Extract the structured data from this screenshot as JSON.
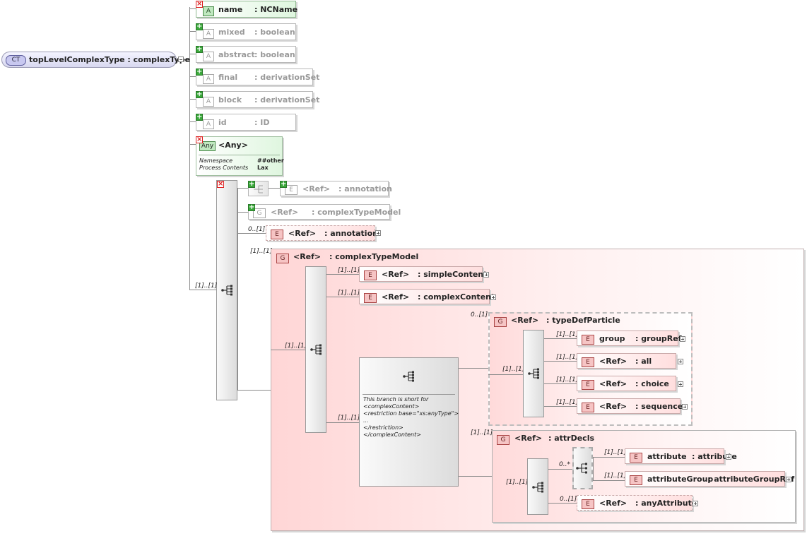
{
  "root": {
    "badge": "CT",
    "label": "topLevelComplexType : complexType"
  },
  "attributes": [
    {
      "name": "name",
      "type": ": NCName",
      "badge": "A",
      "required": true
    },
    {
      "name": "mixed",
      "type": ": boolean",
      "badge": "A",
      "required": false
    },
    {
      "name": "abstract",
      "type": ": boolean",
      "badge": "A",
      "required": false
    },
    {
      "name": "final",
      "type": ": derivationSet",
      "badge": "A",
      "required": false
    },
    {
      "name": "block",
      "type": ": derivationSet",
      "badge": "A",
      "required": false
    },
    {
      "name": "id",
      "type": ": ID",
      "badge": "A",
      "required": false
    }
  ],
  "any_attribute": {
    "badge": "Any",
    "title": "<Any>",
    "namespace_label": "Namespace",
    "namespace_value": "##other",
    "process_label": "Process Contents",
    "process_value": "Lax"
  },
  "top_branch": {
    "annotation_ref": {
      "badge": "E",
      "ref": "<Ref>",
      "type": ": annotation"
    },
    "ctm_ref": {
      "badge": "G",
      "ref": "<Ref>",
      "type": ": complexTypeModel"
    },
    "annotation": {
      "badge": "E",
      "ref": "<Ref>",
      "type": ": annotation",
      "card": "0..[1]"
    },
    "seq_card": "[1]..[1]"
  },
  "complex_type_model": {
    "badge": "G",
    "ref": "<Ref>",
    "type": ": complexTypeModel",
    "card": "[1]..[1]",
    "seq_card": "[1]..[1]",
    "simple_content": {
      "badge": "E",
      "ref": "<Ref>",
      "type": ": simpleContent",
      "card": "[1]..[1]"
    },
    "complex_content": {
      "badge": "E",
      "ref": "<Ref>",
      "type": ": complexContent",
      "card": "[1]..[1]"
    },
    "branch_card": "[1]..[1]",
    "note": [
      "This branch is short for",
      "<complexContent>",
      "<restriction base=\"xs:anyType\">",
      "...",
      "</restriction>",
      "</complexContent>"
    ],
    "type_def_particle": {
      "badge": "G",
      "ref": "<Ref>",
      "type": ": typeDefParticle",
      "card": "0..[1]",
      "seq_card": "[1]..[1]",
      "items": [
        {
          "badge": "E",
          "name": "group",
          "type": ": groupRef",
          "card": "[1]..[1]"
        },
        {
          "badge": "E",
          "name": "<Ref>",
          "type": ": all",
          "card": "[1]..[1]"
        },
        {
          "badge": "E",
          "name": "<Ref>",
          "type": ": choice",
          "card": "[1]..[1]"
        },
        {
          "badge": "E",
          "name": "<Ref>",
          "type": ": sequence",
          "card": "[1]..[1]"
        }
      ]
    },
    "attr_decls": {
      "badge": "G",
      "ref": "<Ref>",
      "type": ": attrDecls",
      "card": "[1]..[1]",
      "seq_card": "[1]..[1]",
      "choice_card": "0..*",
      "attribute": {
        "badge": "E",
        "name": "attribute",
        "type": ": attribute",
        "card": "[1]..[1]"
      },
      "attribute_group": {
        "badge": "E",
        "name": "attributeGroup",
        "type": ": attributeGroupRef",
        "card": "[1]..[1]"
      },
      "any_attribute": {
        "badge": "E",
        "name": "<Ref>",
        "type": ": anyAttribute",
        "card": "0..[1]"
      }
    }
  }
}
